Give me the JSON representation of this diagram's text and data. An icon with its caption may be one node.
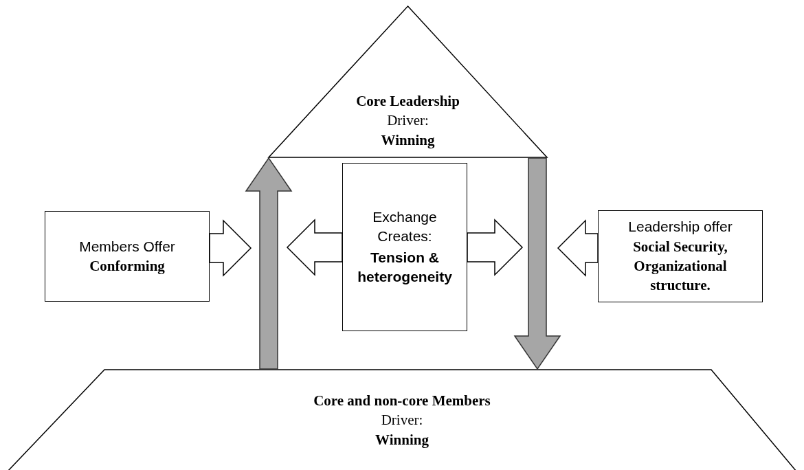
{
  "diagram": {
    "nodes": [
      {
        "text": [
          "Core Leadership",
          "Driver:",
          "Winning"
        ]
      },
      {
        "text": [
          "Members Offer",
          "Conforming"
        ]
      },
      {
        "text": [
          "Exchange Creates:",
          "Tension & heterogeneity"
        ]
      },
      {
        "text": [
          "Leadership offer",
          "Social Security, Organizational structure."
        ]
      },
      {
        "text": [
          "Core and non-core Members",
          "Driver:",
          "Winning"
        ]
      }
    ],
    "edges": [
      {
        "from": 4,
        "to": 0,
        "arrow": "to",
        "style": "thick",
        "color": "#a6a6a6"
      },
      {
        "from": 0,
        "to": 4,
        "arrow": "to",
        "style": "thick",
        "color": "#a6a6a6"
      },
      {
        "from": 1,
        "to": null,
        "arrow": "to"
      },
      {
        "from": 2,
        "to": null,
        "arrow": "to"
      },
      {
        "from": 2,
        "to": null,
        "arrow": "to"
      },
      {
        "from": 3,
        "to": null,
        "arrow": "to"
      }
    ]
  }
}
